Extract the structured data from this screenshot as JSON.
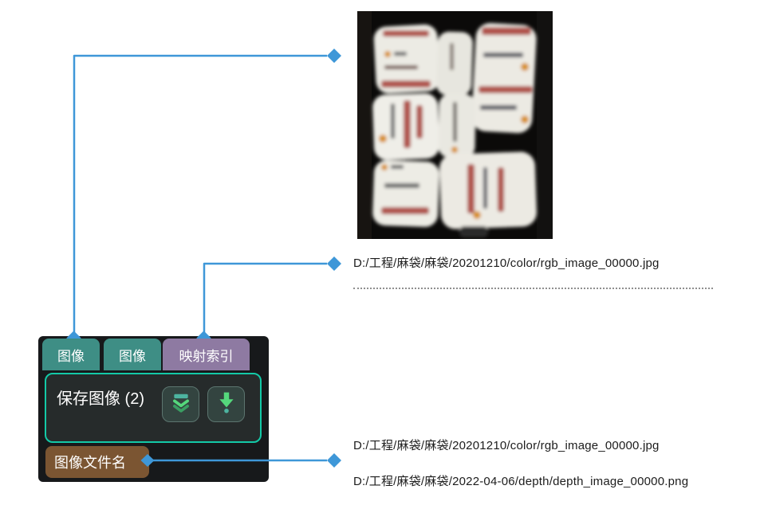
{
  "window": {
    "background": "#ffffff"
  },
  "colors": {
    "connector_blue": "#3e97d8",
    "node_background": "#17191b",
    "node_body_background": "#262b2b",
    "node_border_teal": "#13c9a7",
    "tab_teal": "#3e8e85",
    "tab_purple": "#8e7aa2",
    "output_tab_brown": "#7b5532",
    "icon_bright_green": "#55d87c",
    "icon_teal": "#4db4a0",
    "icon_dark_green": "#3a9e62"
  },
  "node": {
    "title": "保存图像 (2)",
    "input_ports": [
      {
        "label": "图像"
      },
      {
        "label": "图像"
      },
      {
        "label": "映射索引"
      }
    ],
    "output_port": {
      "label": "图像文件名"
    },
    "toolbar": {
      "expand_icon": "double-chevron-down-icon",
      "save_icon": "arrow-down-to-dot-icon"
    }
  },
  "preview": {
    "alt": "white woven sacks stacked on a dark floor"
  },
  "values": {
    "rgb_path_top": "D:/工程/麻袋/麻袋/20201210/color/rgb_image_00000.jpg",
    "rgb_path": "D:/工程/麻袋/麻袋/20201210/color/rgb_image_00000.jpg",
    "depth_path": "D:/工程/麻袋/麻袋/2022-04-06/depth/depth_image_00000.png"
  }
}
